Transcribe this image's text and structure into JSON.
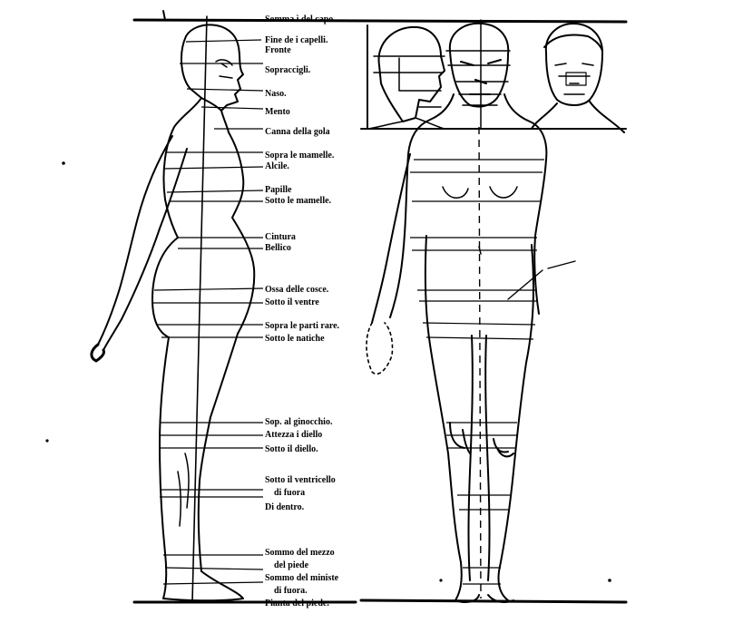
{
  "labels": [
    {
      "id": "l01",
      "text": "Somma ì del capo."
    },
    {
      "id": "l02",
      "text": "Fine de i capelli."
    },
    {
      "id": "l03",
      "text": "Fronte"
    },
    {
      "id": "l04",
      "text": "Sopraccigli."
    },
    {
      "id": "l05",
      "text": "Naso."
    },
    {
      "id": "l06",
      "text": "Mento"
    },
    {
      "id": "l07",
      "text": "Canna della gola"
    },
    {
      "id": "l08",
      "text": "Sopra le mamelle."
    },
    {
      "id": "l09",
      "text": "Alcile."
    },
    {
      "id": "l10",
      "text": "Papille"
    },
    {
      "id": "l11",
      "text": "Sotto le mamelle."
    },
    {
      "id": "l12",
      "text": "Cintura"
    },
    {
      "id": "l13",
      "text": "Bellico"
    },
    {
      "id": "l14",
      "text": "Ossa delle cosce."
    },
    {
      "id": "l15",
      "text": "Sotto il ventre"
    },
    {
      "id": "l16",
      "text": "Sopra le parti rare."
    },
    {
      "id": "l17",
      "text": "Sotto le natiche"
    },
    {
      "id": "l18",
      "text": "Sop. al ginocchio."
    },
    {
      "id": "l19",
      "text": "Attezza i diello"
    },
    {
      "id": "l20",
      "text": "Sotto il diello."
    },
    {
      "id": "l21",
      "text": "Sotto il ventricello"
    },
    {
      "id": "l22",
      "text": "di fuora"
    },
    {
      "id": "l23",
      "text": "Di dentro."
    },
    {
      "id": "l24",
      "text": "Sommo del mezzo"
    },
    {
      "id": "l25",
      "text": "del piede"
    },
    {
      "id": "l26",
      "text": "Sommo del ministe"
    },
    {
      "id": "l27",
      "text": "di fuora."
    },
    {
      "id": "l28",
      "text": "Pianta del piede."
    }
  ],
  "figures": [
    "side-view-figure",
    "front-view-figure",
    "profile-head",
    "three-quarter-head",
    "front-head"
  ]
}
